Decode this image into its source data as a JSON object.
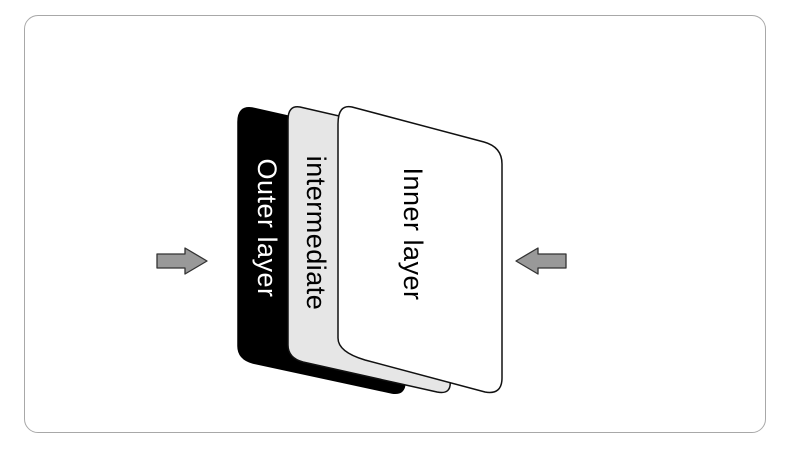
{
  "diagram": {
    "layers": [
      {
        "id": "outer",
        "label": "Outer layer",
        "fill": "#000000",
        "text_color": "#ffffff"
      },
      {
        "id": "intermediate",
        "label": "intermediate",
        "fill": "#e6e6e6",
        "text_color": "#000000"
      },
      {
        "id": "inner",
        "label": "Inner layer",
        "fill": "#ffffff",
        "text_color": "#000000"
      }
    ],
    "arrows": {
      "left": {
        "icon": "arrow-right-icon",
        "fill": "#999999"
      },
      "right": {
        "icon": "arrow-left-icon",
        "fill": "#999999"
      }
    },
    "colors": {
      "border": "#a8a8a8",
      "stroke": "#111111"
    }
  }
}
